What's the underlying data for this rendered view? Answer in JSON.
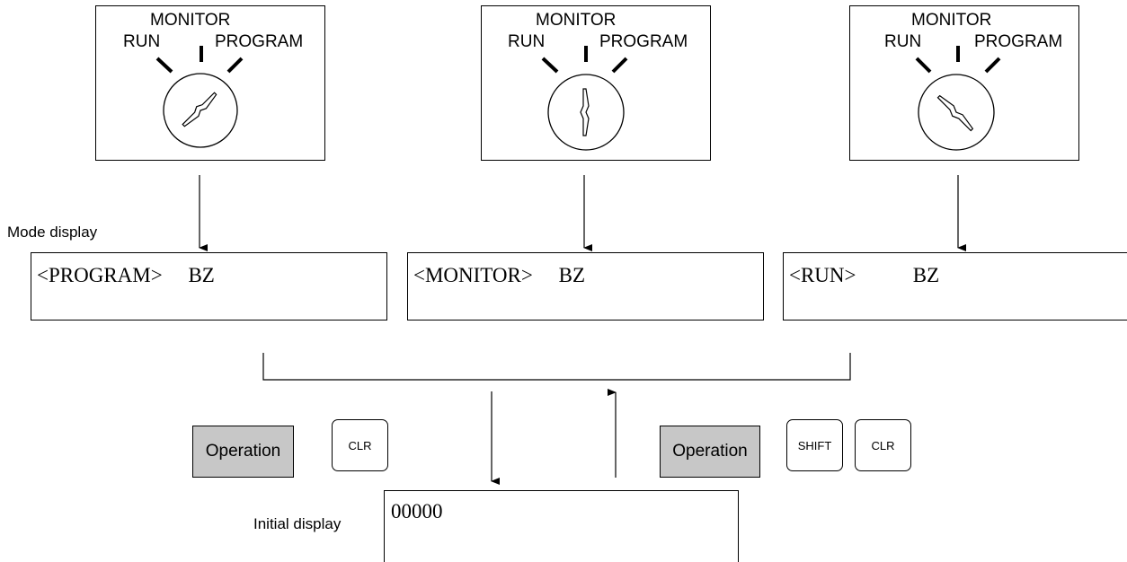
{
  "switches": [
    {
      "monitor": "MONITOR",
      "run": "RUN",
      "program": "PROGRAM",
      "position": "PROGRAM"
    },
    {
      "monitor": "MONITOR",
      "run": "RUN",
      "program": "PROGRAM",
      "position": "MONITOR"
    },
    {
      "monitor": "MONITOR",
      "run": "RUN",
      "program": "PROGRAM",
      "position": "RUN"
    }
  ],
  "mode_display_label": "Mode display",
  "displays": [
    {
      "text": "<PROGRAM>     BZ"
    },
    {
      "text": "<MONITOR>     BZ"
    },
    {
      "text": "<RUN>           BZ"
    }
  ],
  "left_keys": {
    "operation": "Operation",
    "clr": "CLR"
  },
  "right_keys": {
    "operation": "Operation",
    "shift": "SHIFT",
    "clr": "CLR"
  },
  "initial_display_label": "Initial display",
  "initial_display": {
    "text": "00000"
  }
}
